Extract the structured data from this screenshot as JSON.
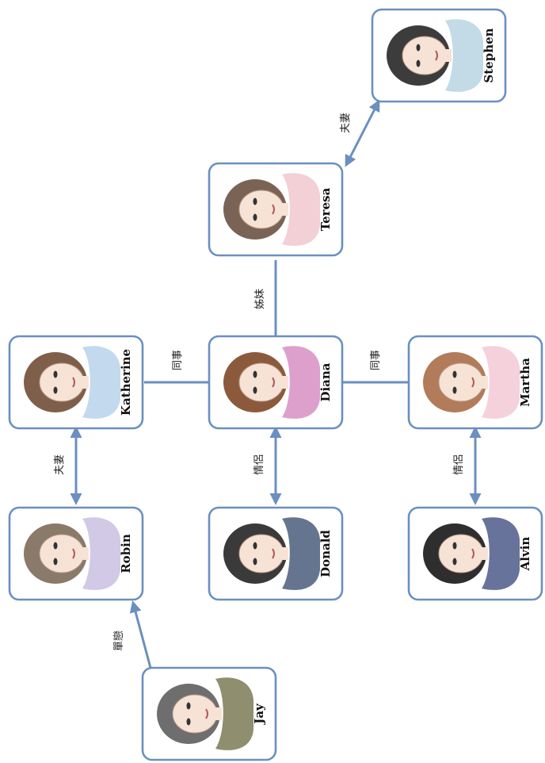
{
  "people": {
    "stephen": {
      "name": "Stephen",
      "shirt": "#b9d3e3",
      "hair": "#3c3c3c"
    },
    "teresa": {
      "name": "Teresa",
      "shirt": "#f0c8cf",
      "hair": "#7a6355"
    },
    "katherine": {
      "name": "Katherine",
      "shirt": "#b8d2ea",
      "hair": "#7f5f4a"
    },
    "diana": {
      "name": "Diana",
      "shirt": "#d78fc3",
      "hair": "#8b5a3c"
    },
    "martha": {
      "name": "Martha",
      "shirt": "#f3c9d6",
      "hair": "#b27b5a"
    },
    "robin": {
      "name": "Robin",
      "shirt": "#c9c0e0",
      "hair": "#8a7a6a"
    },
    "donald": {
      "name": "Donald",
      "shirt": "#4a5d7c",
      "hair": "#3a3a3a"
    },
    "alvin": {
      "name": "Alvin",
      "shirt": "#4d5a8a",
      "hair": "#2e2e2e"
    },
    "jay": {
      "name": "Jay",
      "shirt": "#7b7a55",
      "hair": "#6e6e6e"
    }
  },
  "relations": {
    "stephen_teresa": "夫妻",
    "teresa_diana": "姊妹",
    "katherine_diana": "同事",
    "diana_martha": "同事",
    "robin_katherine": "夫妻",
    "diana_donald": "情侶",
    "martha_alvin": "情侶",
    "jay_robin": "單戀"
  }
}
